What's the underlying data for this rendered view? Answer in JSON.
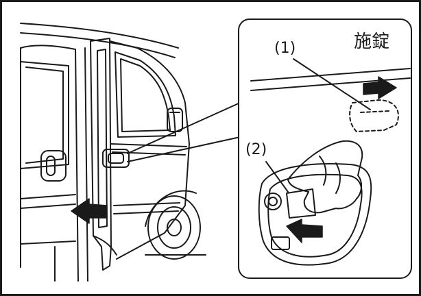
{
  "callouts": {
    "label_1": "(1)",
    "label_2": "(2)",
    "lock_text": "施錠"
  },
  "icons": {
    "car": "van-side-view-drawing",
    "door": "sliding-door-drawing",
    "arrow": "push-arrow-icon"
  },
  "colors": {
    "line": "#1a1a1a",
    "arrow_fill": "#1a1a1a"
  }
}
